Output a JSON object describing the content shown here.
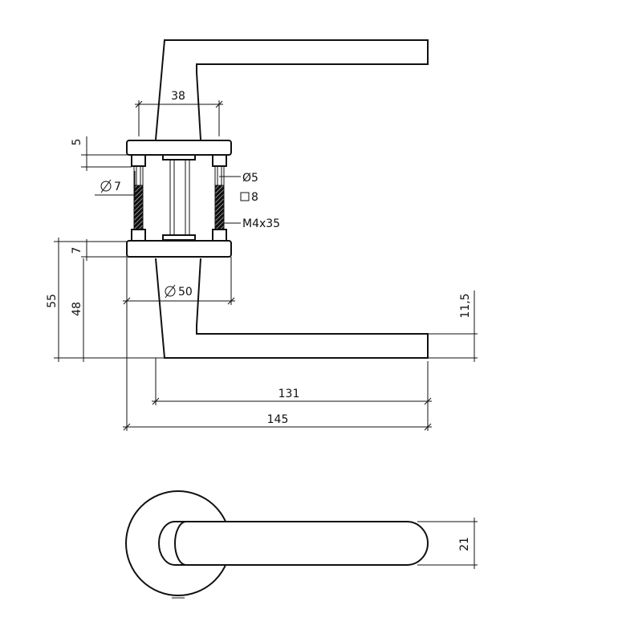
{
  "dimensions": {
    "rose_height": "5",
    "spindle_spacing": "38",
    "bolt_bore_diameter": "Ø5",
    "spindle_square": "8",
    "bolt_spec": "M4x35",
    "sleeve_diameter": "7",
    "rose_depth": "7",
    "rose_diameter": "50",
    "total_height": "55",
    "lever_height": "48",
    "grip_height": "11,5",
    "lever_length": "131",
    "overall_length": "145",
    "grip_width": "21"
  },
  "colors": {
    "line": "#111111",
    "background": "#ffffff"
  }
}
